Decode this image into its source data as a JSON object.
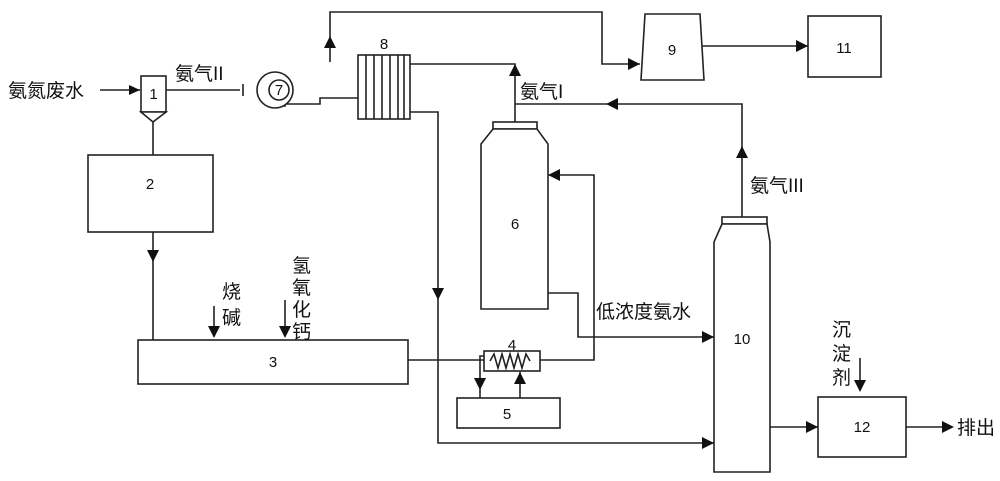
{
  "units": {
    "u1": "1",
    "u2": "2",
    "u3": "3",
    "u4": "4",
    "u5": "5",
    "u6": "6",
    "u7": "7",
    "u8": "8",
    "u9": "9",
    "u10": "10",
    "u11": "11",
    "u12": "12"
  },
  "labels": {
    "inlet": "氨氮废水",
    "gas2": "氨气II",
    "gas1": "氨气I",
    "gas3": "氨气III",
    "caustic_1": "烧",
    "caustic_2": "碱",
    "caoh_1": "氢",
    "caoh_2": "氧",
    "caoh_3": "化",
    "caoh_4": "钙",
    "low_ammonia": "低浓度氨水",
    "precip_1": "沉",
    "precip_2": "淀",
    "precip_3": "剂",
    "discharge": "排出"
  }
}
